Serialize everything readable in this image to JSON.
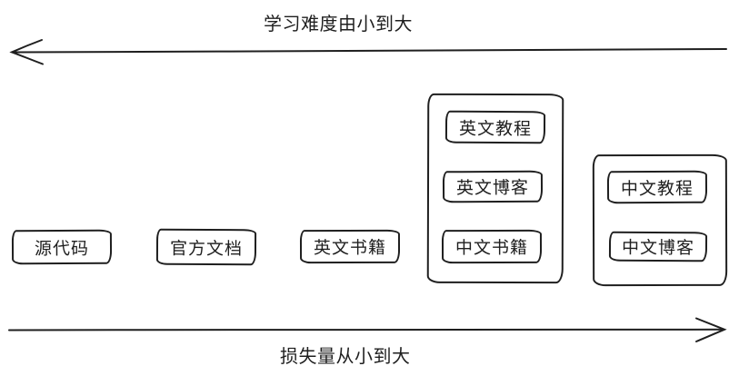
{
  "diagram": {
    "top_axis": {
      "label": "学习难度由小到大",
      "direction": "left"
    },
    "bottom_axis": {
      "label": "损失量从小到大",
      "direction": "right"
    },
    "boxes": {
      "source_code": "源代码",
      "official_docs": "官方文档",
      "english_books": "英文书籍",
      "english_tutorials": "英文教程",
      "english_blogs": "英文博客",
      "chinese_books": "中文书籍",
      "chinese_tutorials": "中文教程",
      "chinese_blogs": "中文博客"
    },
    "colors": {
      "ink": "#1f1f1f",
      "background": "#ffffff"
    }
  }
}
